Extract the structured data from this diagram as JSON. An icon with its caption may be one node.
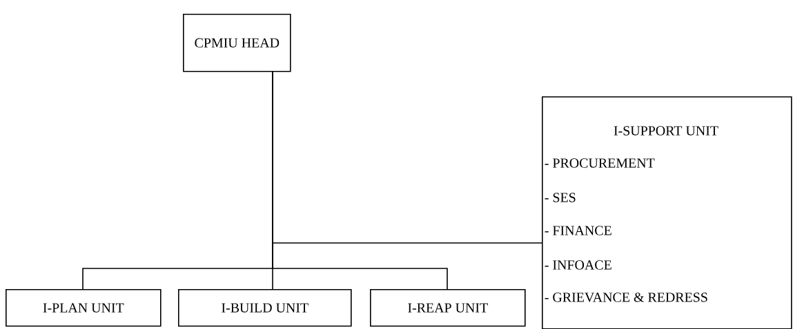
{
  "diagram": {
    "nodes": [
      {
        "text": [
          "CPMIU HEAD"
        ]
      },
      {
        "text": [
          "I-SUPPORT UNIT",
          "- PROCUREMENT",
          "- SES",
          "- FINANCE",
          "- INFOACE",
          "- GRIEVANCE & REDRESS"
        ]
      },
      {
        "text": [
          "I-PLAN UNIT"
        ]
      },
      {
        "text": [
          "I-BUILD UNIT"
        ]
      },
      {
        "text": [
          "I-REAP UNIT"
        ]
      }
    ],
    "edges": [
      {
        "from": 0,
        "to": 1,
        "arrow": "none"
      },
      {
        "from": 0,
        "to": 2,
        "arrow": "none"
      },
      {
        "from": 0,
        "to": 3,
        "arrow": "none"
      },
      {
        "from": 0,
        "to": 4,
        "arrow": "none"
      }
    ]
  }
}
